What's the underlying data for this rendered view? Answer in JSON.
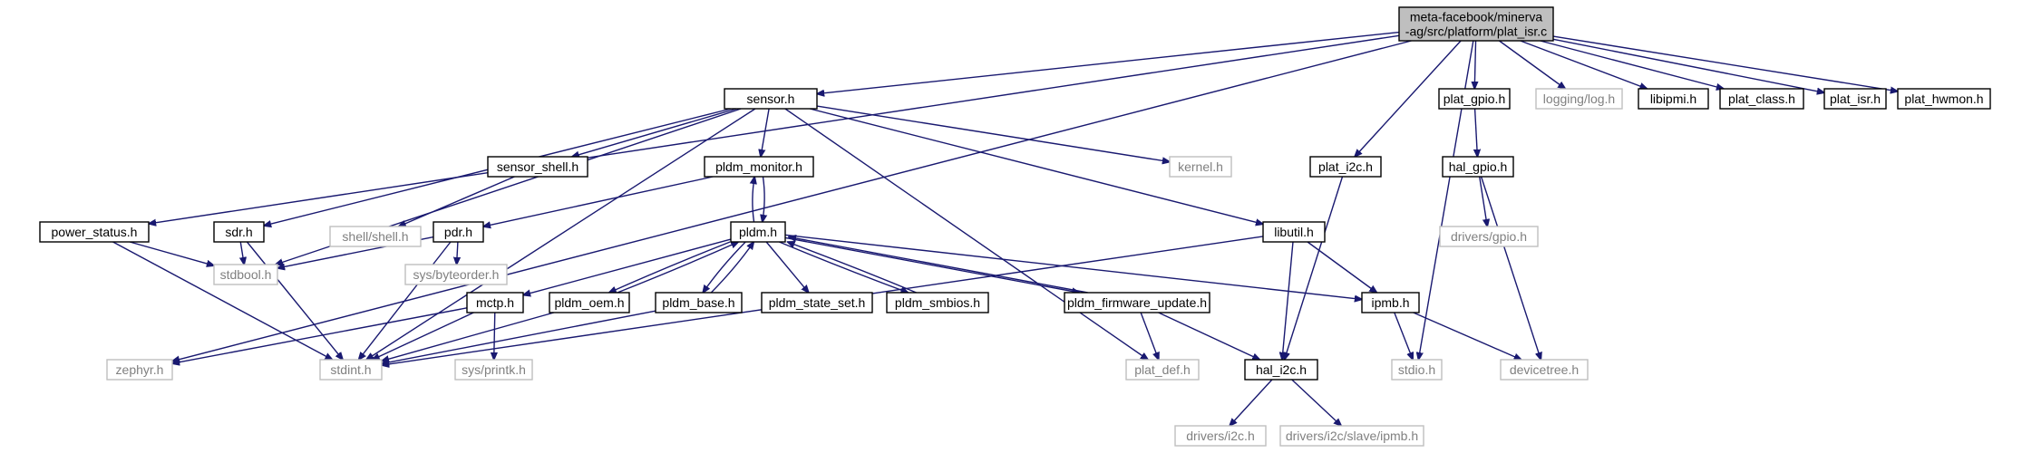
{
  "graph": {
    "nodes": {
      "root": {
        "lines": [
          "meta-facebook/minerva",
          "-ag/src/platform/plat_isr.c"
        ],
        "kind": "root"
      },
      "sensor": {
        "lines": [
          "sensor.h"
        ],
        "kind": "normal"
      },
      "plat_gpio": {
        "lines": [
          "plat_gpio.h"
        ],
        "kind": "normal"
      },
      "log": {
        "lines": [
          "logging/log.h"
        ],
        "kind": "ext"
      },
      "libipmi": {
        "lines": [
          "libipmi.h"
        ],
        "kind": "normal"
      },
      "plat_class": {
        "lines": [
          "plat_class.h"
        ],
        "kind": "normal"
      },
      "plat_isr": {
        "lines": [
          "plat_isr.h"
        ],
        "kind": "normal"
      },
      "plat_hwmon": {
        "lines": [
          "plat_hwmon.h"
        ],
        "kind": "normal"
      },
      "sensor_shell": {
        "lines": [
          "sensor_shell.h"
        ],
        "kind": "normal"
      },
      "pldm_monitor": {
        "lines": [
          "pldm_monitor.h"
        ],
        "kind": "normal"
      },
      "kernel": {
        "lines": [
          "kernel.h"
        ],
        "kind": "ext"
      },
      "plat_i2c": {
        "lines": [
          "plat_i2c.h"
        ],
        "kind": "normal"
      },
      "hal_gpio": {
        "lines": [
          "hal_gpio.h"
        ],
        "kind": "normal"
      },
      "power_status": {
        "lines": [
          "power_status.h"
        ],
        "kind": "normal"
      },
      "sdr": {
        "lines": [
          "sdr.h"
        ],
        "kind": "normal"
      },
      "shell": {
        "lines": [
          "shell/shell.h"
        ],
        "kind": "ext"
      },
      "pdr": {
        "lines": [
          "pdr.h"
        ],
        "kind": "normal"
      },
      "pldm": {
        "lines": [
          "pldm.h"
        ],
        "kind": "normal"
      },
      "libutil": {
        "lines": [
          "libutil.h"
        ],
        "kind": "normal"
      },
      "drivers_gpio": {
        "lines": [
          "drivers/gpio.h"
        ],
        "kind": "ext"
      },
      "stdbool": {
        "lines": [
          "stdbool.h"
        ],
        "kind": "ext"
      },
      "byteorder": {
        "lines": [
          "sys/byteorder.h"
        ],
        "kind": "ext"
      },
      "mctp": {
        "lines": [
          "mctp.h"
        ],
        "kind": "normal"
      },
      "pldm_oem": {
        "lines": [
          "pldm_oem.h"
        ],
        "kind": "normal"
      },
      "pldm_base": {
        "lines": [
          "pldm_base.h"
        ],
        "kind": "normal"
      },
      "pldm_state_set": {
        "lines": [
          "pldm_state_set.h"
        ],
        "kind": "normal"
      },
      "pldm_smbios": {
        "lines": [
          "pldm_smbios.h"
        ],
        "kind": "normal"
      },
      "pldm_fw": {
        "lines": [
          "pldm_firmware_update.h"
        ],
        "kind": "normal"
      },
      "ipmb": {
        "lines": [
          "ipmb.h"
        ],
        "kind": "normal"
      },
      "zephyr": {
        "lines": [
          "zephyr.h"
        ],
        "kind": "ext"
      },
      "stdint": {
        "lines": [
          "stdint.h"
        ],
        "kind": "ext"
      },
      "printk": {
        "lines": [
          "sys/printk.h"
        ],
        "kind": "ext"
      },
      "plat_def": {
        "lines": [
          "plat_def.h"
        ],
        "kind": "ext"
      },
      "hal_i2c": {
        "lines": [
          "hal_i2c.h"
        ],
        "kind": "normal"
      },
      "stdio": {
        "lines": [
          "stdio.h"
        ],
        "kind": "ext"
      },
      "devicetree": {
        "lines": [
          "devicetree.h"
        ],
        "kind": "ext"
      },
      "drivers_i2c": {
        "lines": [
          "drivers/i2c.h"
        ],
        "kind": "ext"
      },
      "ipmb_slave": {
        "lines": [
          "drivers/i2c/slave/ipmb.h"
        ],
        "kind": "ext"
      }
    },
    "edges": [
      [
        "root",
        "sensor"
      ],
      [
        "root",
        "plat_gpio"
      ],
      [
        "root",
        "log"
      ],
      [
        "root",
        "libipmi"
      ],
      [
        "root",
        "plat_class"
      ],
      [
        "root",
        "plat_isr"
      ],
      [
        "root",
        "plat_hwmon"
      ],
      [
        "root",
        "plat_i2c"
      ],
      [
        "root",
        "power_status"
      ],
      [
        "root",
        "zephyr"
      ],
      [
        "root",
        "stdio"
      ],
      [
        "sensor",
        "sensor_shell"
      ],
      [
        "sensor",
        "pldm_monitor"
      ],
      [
        "sensor",
        "kernel"
      ],
      [
        "sensor",
        "libutil"
      ],
      [
        "sensor",
        "sdr"
      ],
      [
        "sensor",
        "stdbool"
      ],
      [
        "sensor",
        "stdint"
      ],
      [
        "sensor",
        "plat_def"
      ],
      [
        "plat_gpio",
        "hal_gpio"
      ],
      [
        "hal_gpio",
        "drivers_gpio"
      ],
      [
        "hal_gpio",
        "devicetree"
      ],
      [
        "plat_i2c",
        "hal_i2c"
      ],
      [
        "sensor_shell",
        "shell"
      ],
      [
        "pldm_monitor",
        "pdr"
      ],
      [
        "pldm_monitor",
        "pldm"
      ],
      [
        "pldm",
        "pldm_monitor"
      ],
      [
        "power_status",
        "stdbool"
      ],
      [
        "power_status",
        "stdint"
      ],
      [
        "sdr",
        "stdbool"
      ],
      [
        "sdr",
        "stdint"
      ],
      [
        "pdr",
        "stdbool"
      ],
      [
        "pdr",
        "byteorder"
      ],
      [
        "pdr",
        "stdint"
      ],
      [
        "pldm",
        "mctp"
      ],
      [
        "pldm",
        "pldm_oem"
      ],
      [
        "pldm",
        "pldm_base"
      ],
      [
        "pldm",
        "pldm_state_set"
      ],
      [
        "pldm",
        "pldm_smbios"
      ],
      [
        "pldm",
        "pldm_fw"
      ],
      [
        "pldm",
        "ipmb"
      ],
      [
        "pldm_oem",
        "pldm"
      ],
      [
        "pldm_base",
        "pldm"
      ],
      [
        "pldm_smbios",
        "pldm"
      ],
      [
        "pldm_fw",
        "pldm"
      ],
      [
        "libutil",
        "stdint"
      ],
      [
        "libutil",
        "hal_i2c"
      ],
      [
        "libutil",
        "ipmb"
      ],
      [
        "mctp",
        "zephyr"
      ],
      [
        "mctp",
        "stdint"
      ],
      [
        "mctp",
        "printk"
      ],
      [
        "pldm_oem",
        "stdint"
      ],
      [
        "pldm_base",
        "stdint"
      ],
      [
        "pldm_fw",
        "plat_def"
      ],
      [
        "pldm_fw",
        "hal_i2c"
      ],
      [
        "ipmb",
        "stdio"
      ],
      [
        "ipmb",
        "devicetree"
      ],
      [
        "hal_i2c",
        "drivers_i2c"
      ],
      [
        "hal_i2c",
        "ipmb_slave"
      ]
    ]
  }
}
